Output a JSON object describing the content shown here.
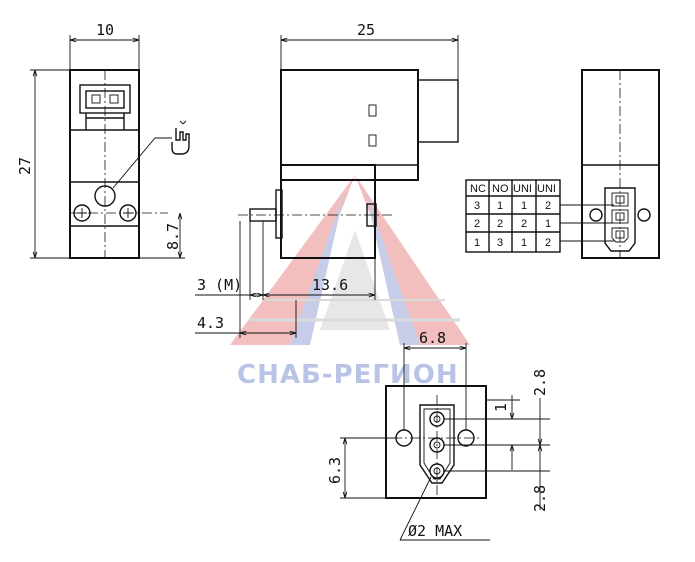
{
  "dimensions": {
    "width_left": "10",
    "height_left": "27",
    "offset_left": "8.7",
    "width_side": "25",
    "port_m": "3 (M)",
    "length_side": "13.6",
    "port_offset": "4.3",
    "pin_spacing": "6.8",
    "pin_pitch_top": "2.8",
    "pin_gap": "1",
    "pin_pitch_bottom": "2.8",
    "pin_row": "6.3",
    "pin_diameter": "Ø2 MAX"
  },
  "pin_table": {
    "headers": [
      "NC",
      "NO",
      "UNI",
      "UNI"
    ],
    "rows": [
      [
        "3",
        "1",
        "1",
        "2"
      ],
      [
        "2",
        "2",
        "2",
        "1"
      ],
      [
        "1",
        "3",
        "1",
        "2"
      ]
    ]
  },
  "watermark": {
    "text": "СНАБ-РЕГИОН",
    "colors": {
      "red": "#e06060",
      "blue": "#8895cf",
      "grey": "#c8c8c8"
    }
  }
}
